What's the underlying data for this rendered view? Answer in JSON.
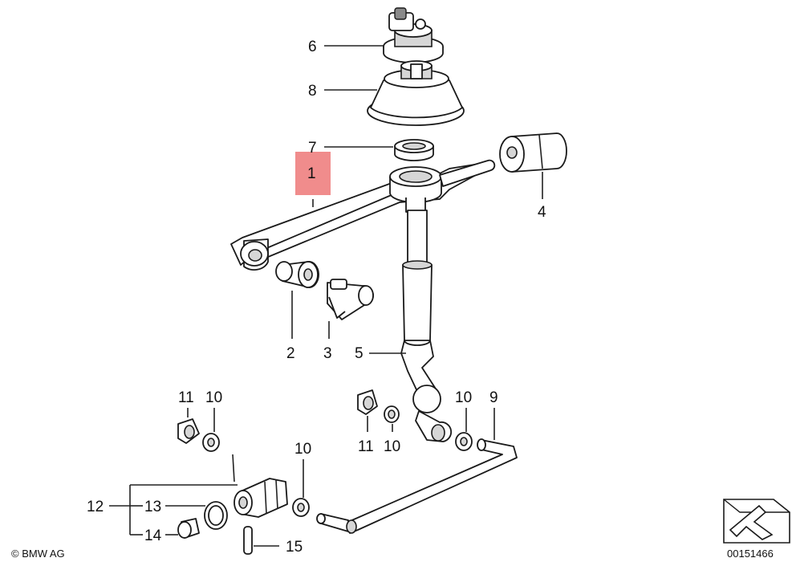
{
  "labels": {
    "l1": "1",
    "l2": "2",
    "l3": "3",
    "l4": "4",
    "l5": "5",
    "l6": "6",
    "l7": "7",
    "l8": "8",
    "l9": "9",
    "l10a": "10",
    "l10b": "10",
    "l10c": "10",
    "l10d": "10",
    "l11a": "11",
    "l11b": "11",
    "l12": "12",
    "l13": "13",
    "l14": "14",
    "l15": "15"
  },
  "highlight_color": "#f08c8c",
  "copyright": "© BMW AG",
  "image_number": "00151466",
  "corner_icon": "arrow-icon"
}
